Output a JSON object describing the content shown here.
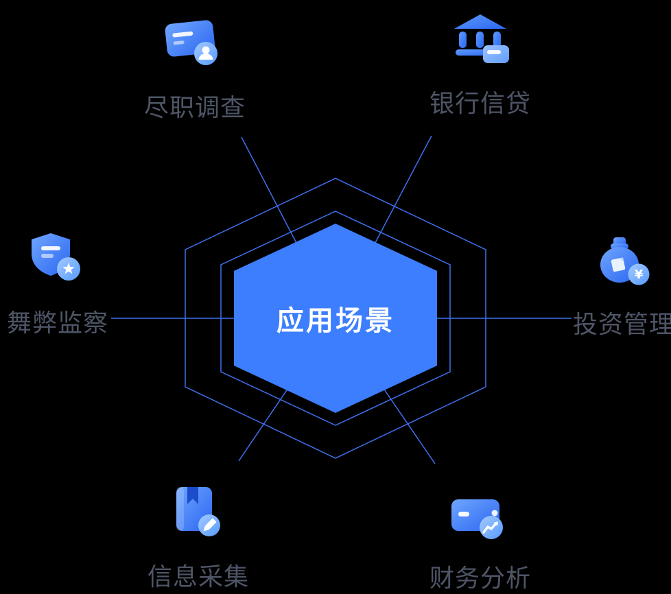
{
  "colors": {
    "background": "#000000",
    "accent": "#3D7EFE",
    "line": "#4070F0",
    "label": "#4E5566",
    "center_text": "#FFFFFF",
    "icon_blue": "#2B66F0",
    "icon_light_blue": "#7FB2FF"
  },
  "center": {
    "title": "应用场景"
  },
  "nodes": [
    {
      "label": "尽职调查",
      "icon": "idcard-user-icon",
      "position": "top-left"
    },
    {
      "label": "银行信贷",
      "icon": "bank-card-icon",
      "position": "top-right"
    },
    {
      "label": "舞弊监察",
      "icon": "shield-star-icon",
      "position": "left"
    },
    {
      "label": "投资管理",
      "icon": "money-bag-yuan-icon",
      "position": "right"
    },
    {
      "label": "信息采集",
      "icon": "book-pencil-icon",
      "position": "bottom-left"
    },
    {
      "label": "财务分析",
      "icon": "card-chart-icon",
      "position": "bottom-right"
    }
  ]
}
